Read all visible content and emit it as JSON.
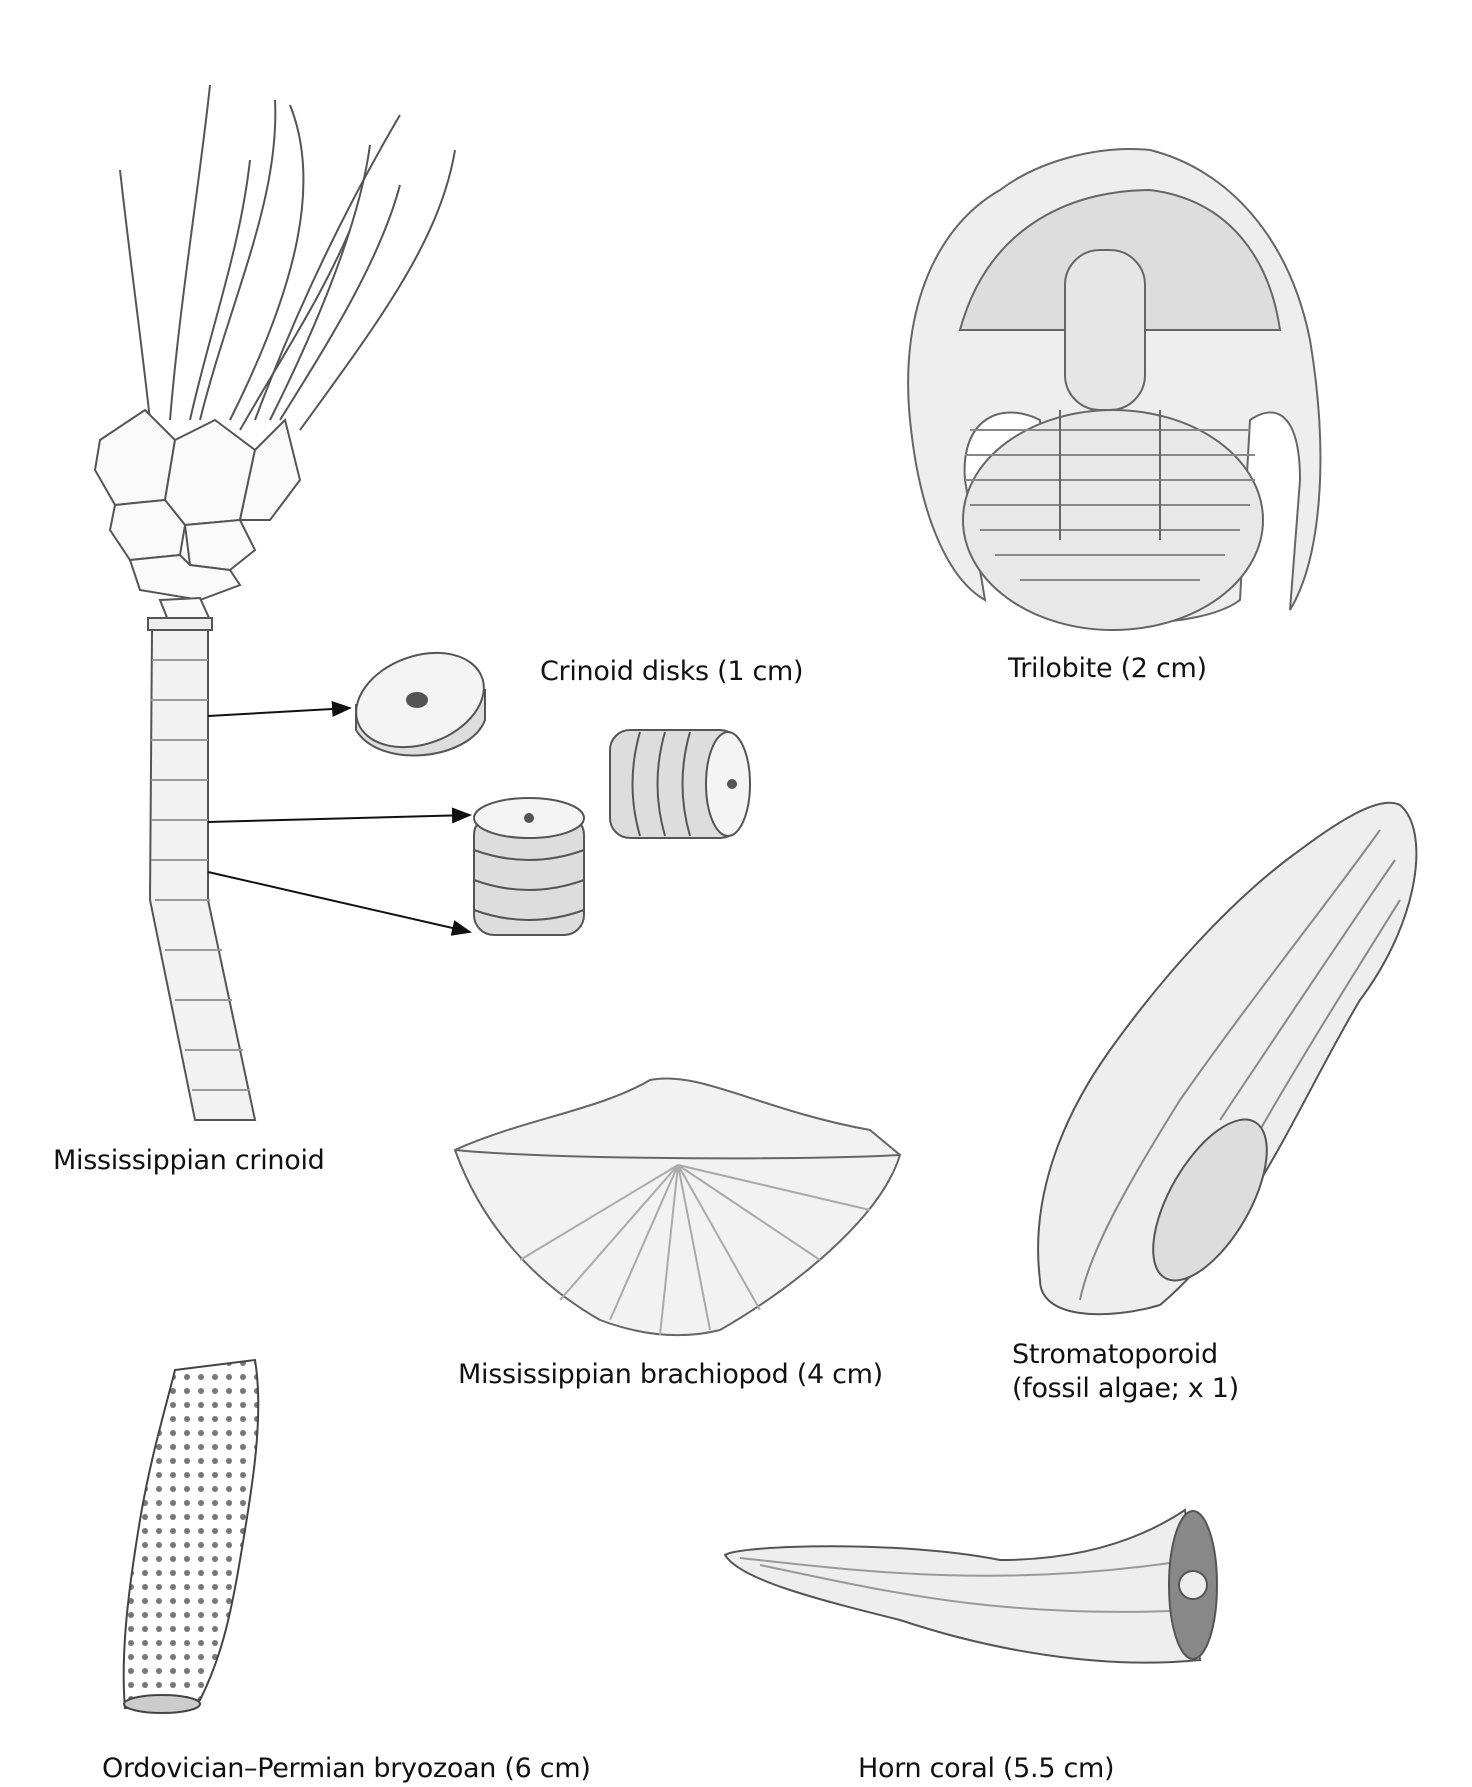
{
  "labels": {
    "crinoid_disks": "Crinoid disks (1 cm)",
    "trilobite": "Trilobite (2 cm)",
    "crinoid": "Mississippian crinoid",
    "brachiopod": "Mississippian brachiopod (4 cm)",
    "stromatoporoid_line1": "Stromatoporoid",
    "stromatoporoid_line2": "(fossil algae; x 1)",
    "bryozoan": "Ordovician–Permian bryozoan (6 cm)",
    "horn_coral": "Horn coral (5.5 cm)"
  },
  "colors": {
    "ink": "#555555",
    "shade": "#bbbbbb",
    "text": "#111111"
  }
}
